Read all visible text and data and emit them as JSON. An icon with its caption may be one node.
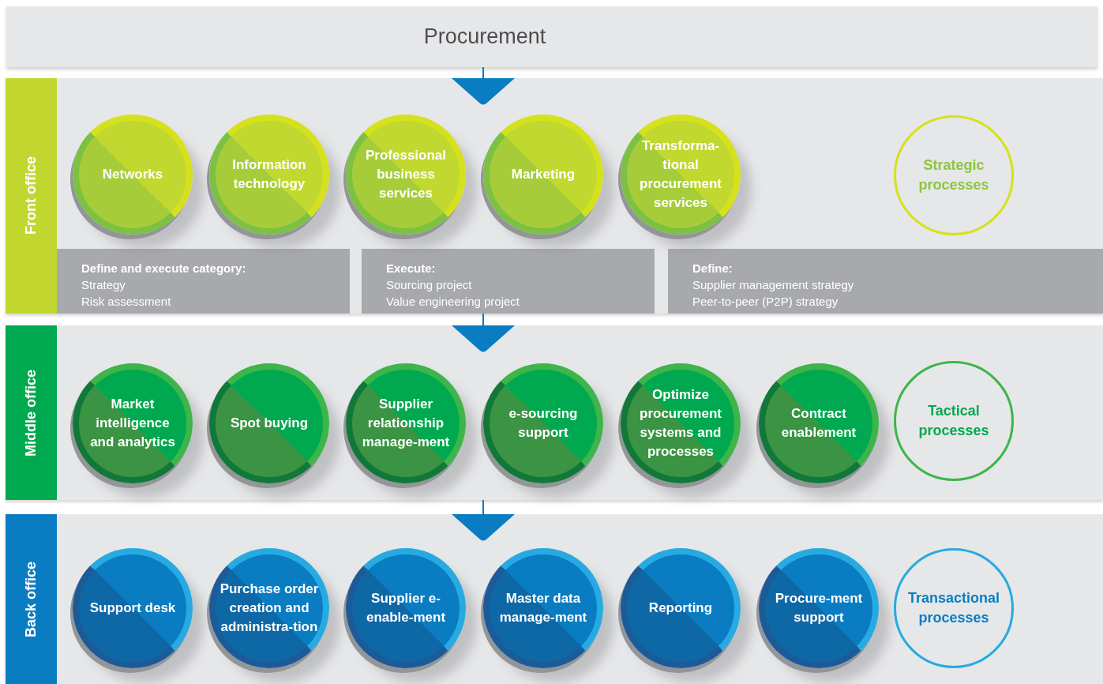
{
  "diagram": {
    "nodes": [
      {
        "text": [
          "Procurement"
        ]
      },
      {
        "text": [
          "Front office"
        ]
      },
      {
        "text": [
          "Networks"
        ],
        "in": 1
      },
      {
        "text": [
          "Information technology"
        ],
        "in": 1
      },
      {
        "text": [
          "Professional business services"
        ],
        "in": 1
      },
      {
        "text": [
          "Marketing"
        ],
        "in": 1
      },
      {
        "text": [
          "Transforma-tional procurement services"
        ],
        "in": 1
      },
      {
        "text": [
          "Strategic processes"
        ],
        "in": 1
      },
      {
        "text": [
          "Define and execute category:",
          "Strategy",
          "Risk assessment"
        ],
        "in": 1
      },
      {
        "text": [
          "Execute:",
          "Sourcing project",
          "Value engineering project"
        ],
        "in": 1
      },
      {
        "text": [
          "Define:",
          "Supplier management strategy",
          "Peer-to-peer (P2P) strategy"
        ],
        "in": 1
      },
      {
        "text": [
          "Middle office"
        ]
      },
      {
        "text": [
          "Market intelligence and analytics"
        ],
        "in": 11
      },
      {
        "text": [
          "Spot buying"
        ],
        "in": 11
      },
      {
        "text": [
          "Supplier relationship manage-ment"
        ],
        "in": 11
      },
      {
        "text": [
          "e-sourcing support"
        ],
        "in": 11
      },
      {
        "text": [
          "Optimize procurement systems and processes"
        ],
        "in": 11
      },
      {
        "text": [
          "Contract enablement"
        ],
        "in": 11
      },
      {
        "text": [
          "Tactical processes"
        ],
        "in": 11
      },
      {
        "text": [
          "Back office"
        ]
      },
      {
        "text": [
          "Support desk"
        ],
        "in": 19
      },
      {
        "text": [
          "Purchase order creation and administra-tion"
        ],
        "in": 19
      },
      {
        "text": [
          "Supplier e-enable-ment"
        ],
        "in": 19
      },
      {
        "text": [
          "Master data manage-ment"
        ],
        "in": 19
      },
      {
        "text": [
          "Reporting"
        ],
        "in": 19
      },
      {
        "text": [
          "Procure-ment support"
        ],
        "in": 19
      },
      {
        "text": [
          "Transactional processes"
        ],
        "in": 19
      }
    ],
    "edges": [
      {
        "from": 0,
        "to": 1,
        "arrow": "to"
      },
      {
        "from": 1,
        "to": 11,
        "arrow": "to"
      },
      {
        "from": 11,
        "to": 19,
        "arrow": "to"
      }
    ]
  }
}
